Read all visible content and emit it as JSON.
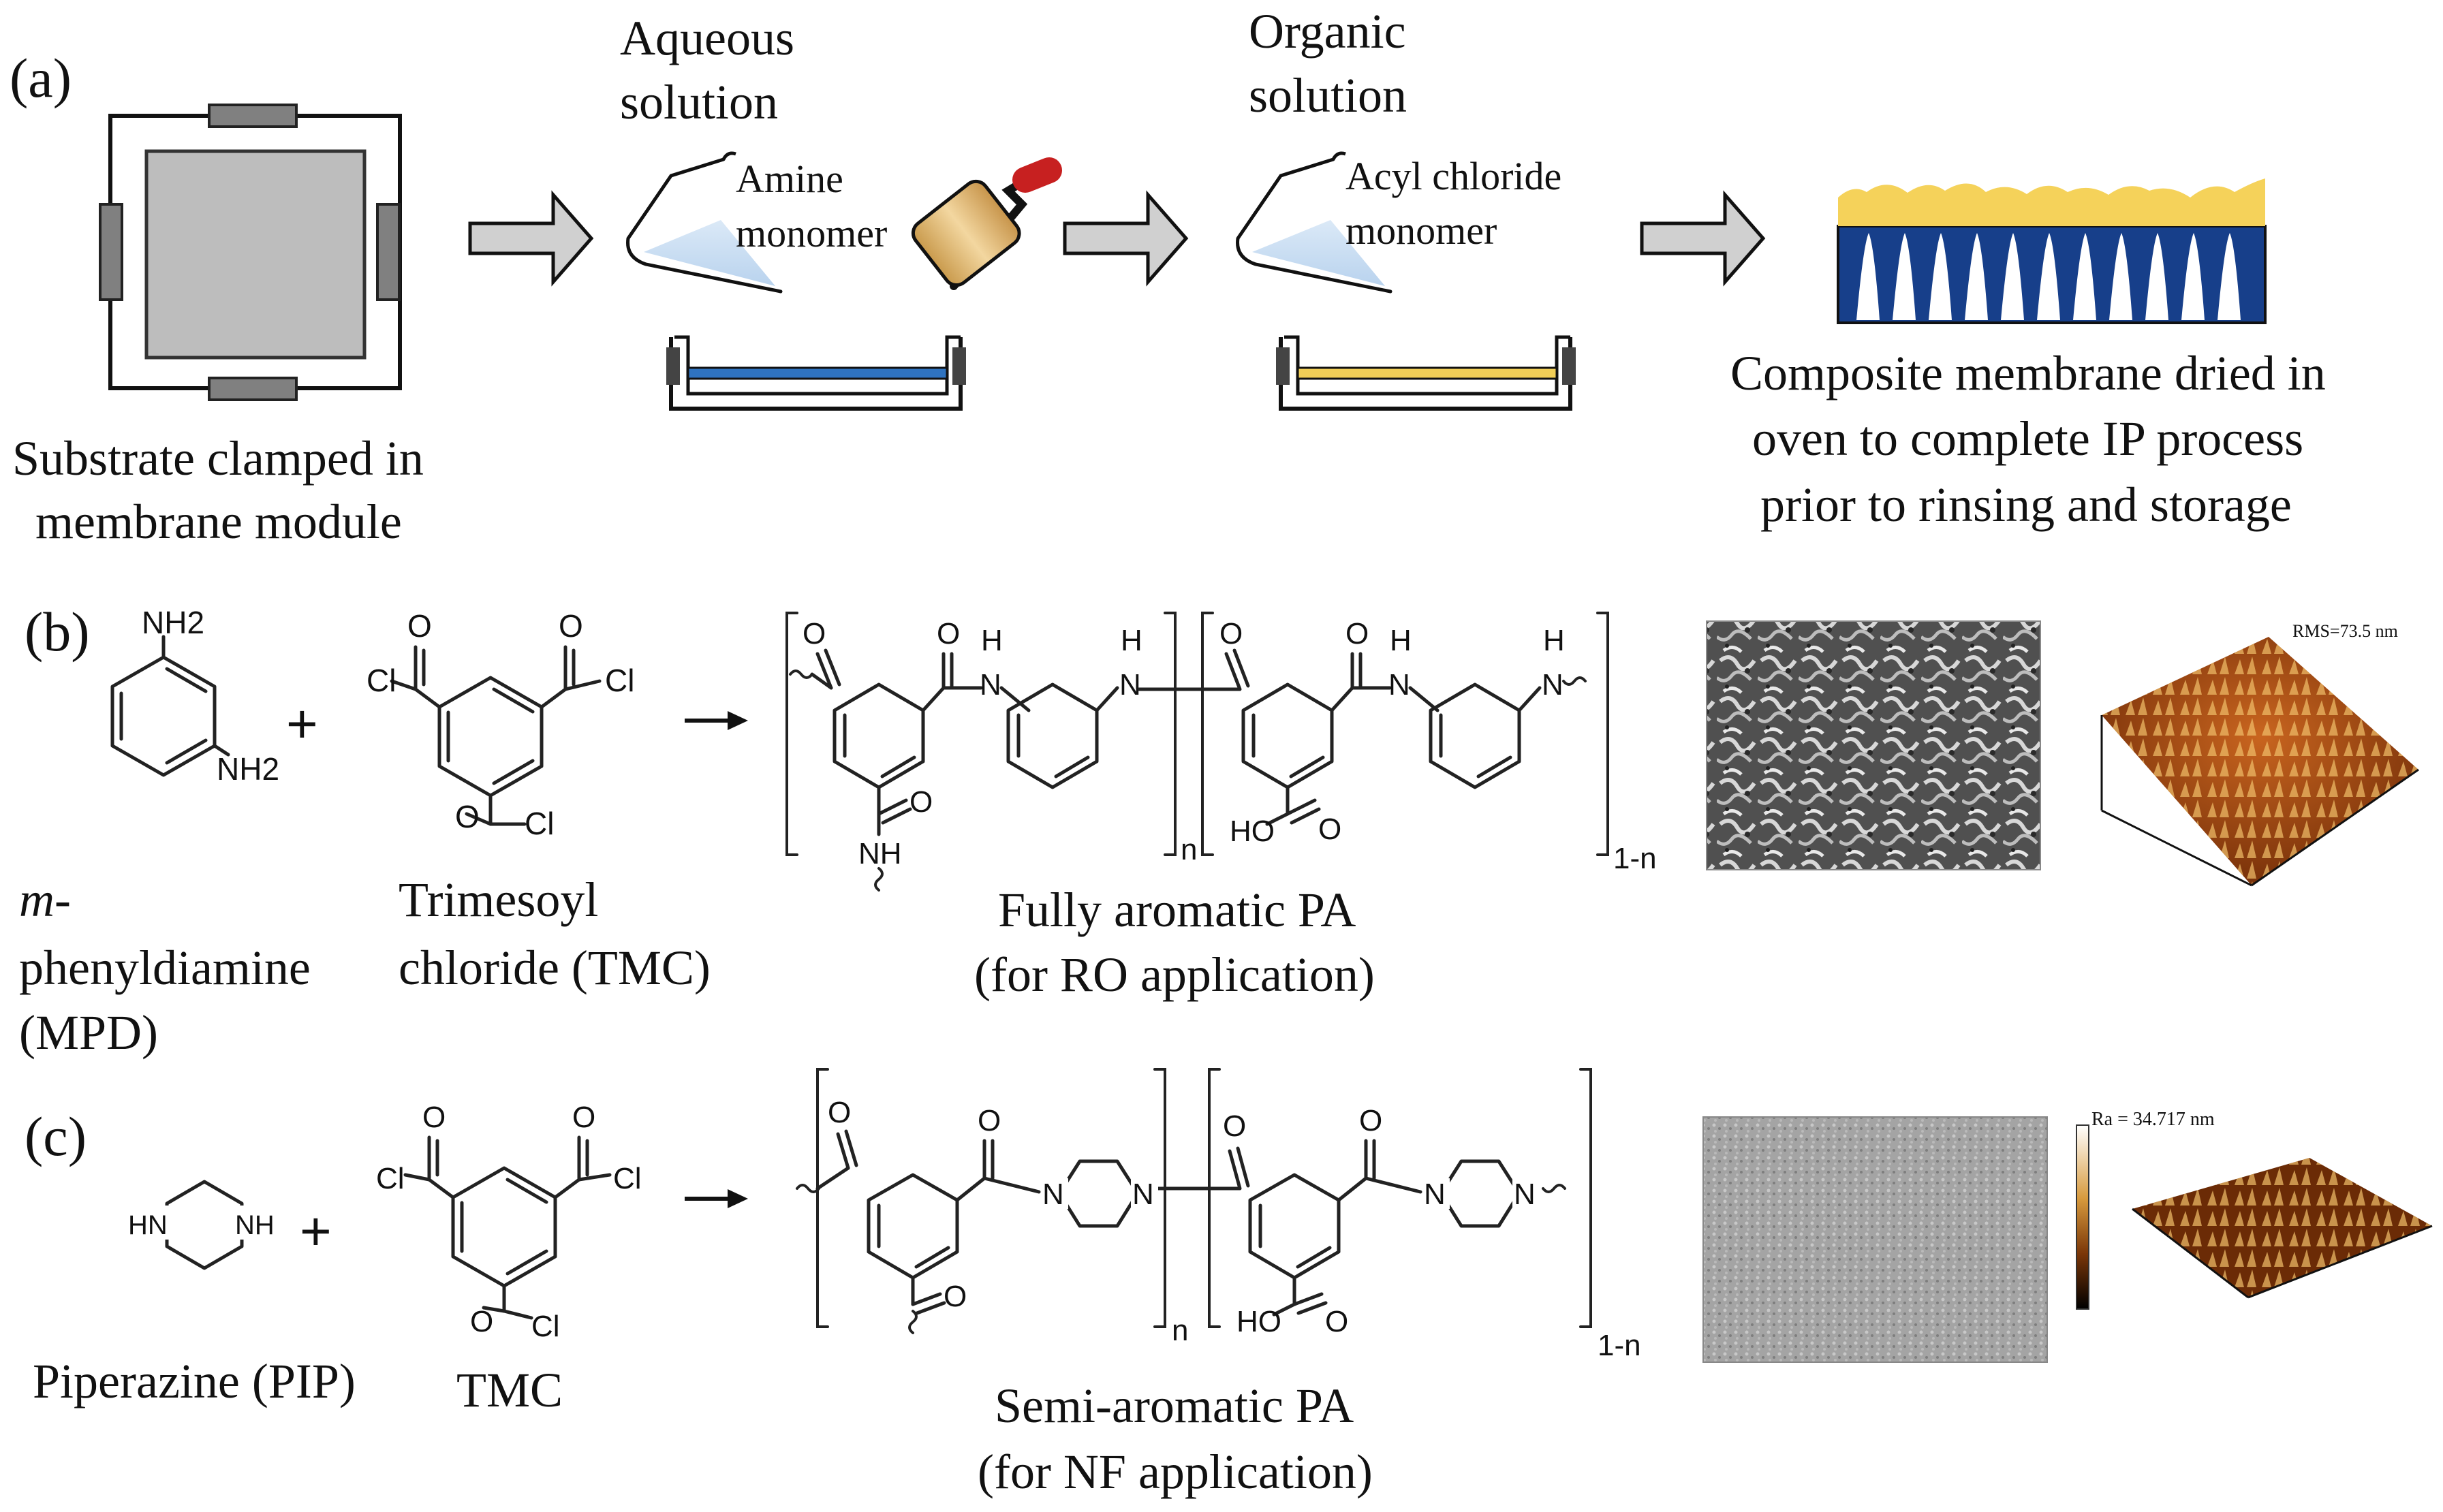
{
  "panels": {
    "a": {
      "label": "(a)",
      "substrate_caption": [
        "Substrate clamped in",
        "membrane module"
      ],
      "aqueous_title": [
        "Aqueous",
        "solution"
      ],
      "aqueous_beaker_label": [
        "Amine",
        "monomer"
      ],
      "organic_title": [
        "Organic",
        "solution"
      ],
      "organic_beaker_label": [
        "Acyl chloride",
        "monomer"
      ],
      "composite_caption": [
        "Composite membrane  dried in",
        "oven to complete IP process",
        "prior to rinsing and storage"
      ]
    },
    "b": {
      "label": "(b)",
      "mpd_caption": [
        "m-",
        "phenyldiamine",
        "(MPD)"
      ],
      "tmc_caption": [
        "Trimesoyl",
        "chloride (TMC)"
      ],
      "product_caption": [
        "Fully aromatic PA",
        "(for RO application)"
      ],
      "afm_label": "RMS=73.5 nm"
    },
    "c": {
      "label": "(c)",
      "pip_caption": "Piperazine (PIP)",
      "tmc_caption": "TMC",
      "product_caption": [
        "Semi-aromatic PA",
        "(for NF application)"
      ],
      "afm_label": "Ra = 34.717 nm"
    }
  },
  "chem": {
    "nh2": "NH2",
    "cl": "Cl",
    "o": "O",
    "h": "H",
    "n": "N",
    "nh": "NH",
    "hn": "HN",
    "ho": "HO",
    "plus": "+",
    "sub_n": "n",
    "sub_1n": "1-n"
  },
  "colors": {
    "aqueous": "#2f73c0",
    "organic": "#f2cf57",
    "membrane_support": "#173f8a",
    "membrane_pa": "#f5d25a",
    "substrate": "#bdbdbd",
    "arrow_fill": "#d0d0d0",
    "afm_brown": "#8a3b0a"
  }
}
